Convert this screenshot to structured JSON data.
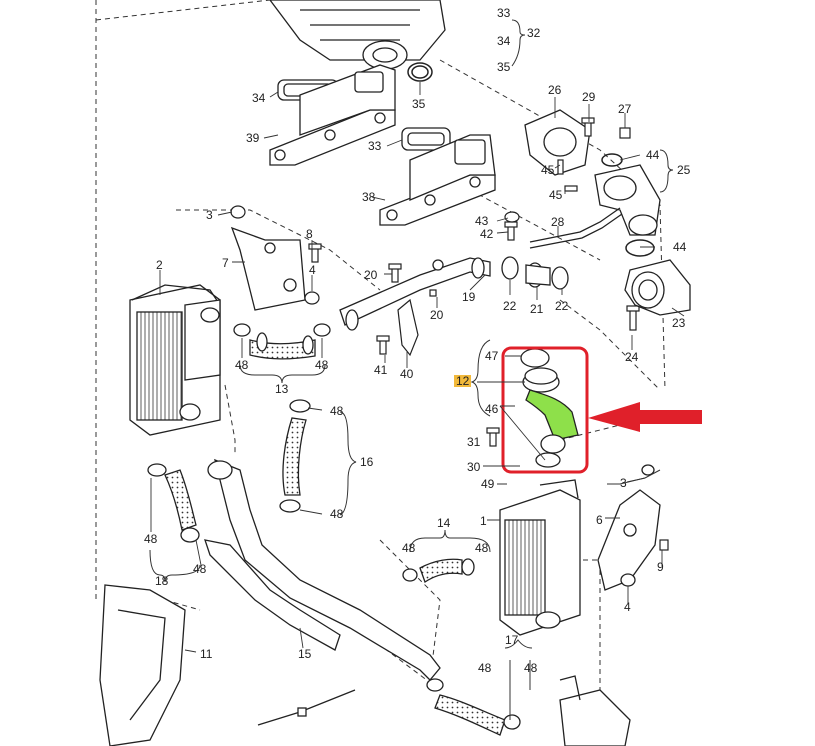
{
  "diagram": {
    "title": "Charge air system exploded parts diagram",
    "highlight_color": "#8ee04a",
    "callout_color": "#e0202a",
    "highlight_label_bg": "#f2b93b",
    "labels": {
      "l33a": "33",
      "l34a": "34",
      "l32": "32",
      "l35a": "35",
      "l26": "26",
      "l29": "29",
      "l27": "27",
      "l34b": "34",
      "l35b": "35",
      "l39": "39",
      "l33b": "33",
      "l38": "38",
      "l45a": "45",
      "l44a": "44",
      "l25": "25",
      "l45b": "45",
      "l43": "43",
      "l42": "42",
      "l28": "28",
      "l44b": "44",
      "l3a": "3",
      "l8": "8",
      "l2": "2",
      "l7": "7",
      "l4a": "4",
      "l20a": "20",
      "l19": "19",
      "l22a": "22",
      "l21": "21",
      "l22b": "22",
      "l20b": "20",
      "l23": "23",
      "l24": "24",
      "l48a": "48",
      "l13": "13",
      "l48b": "48",
      "l41": "41",
      "l40": "40",
      "l47": "47",
      "l12": "12",
      "l46": "46",
      "l48c": "48",
      "l16": "16",
      "l48d": "48",
      "l31": "31",
      "l30": "30",
      "l49": "49",
      "l3b": "3",
      "l6": "6",
      "l9": "9",
      "l4b": "4",
      "l1": "1",
      "l14": "14",
      "l48e": "48",
      "l48f": "48",
      "l48g": "48",
      "l18": "18",
      "l48h": "48",
      "l11": "11",
      "l15": "15",
      "l17": "17",
      "l48i": "48",
      "l48j": "48"
    }
  }
}
